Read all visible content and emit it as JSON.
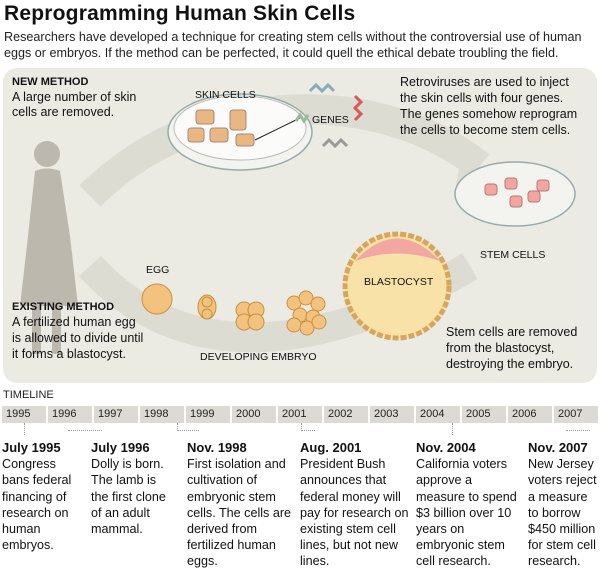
{
  "title": "Reprogramming Human Skin Cells",
  "subtitle": "Researchers have developed a technique for creating stem cells without the controversial use of human eggs or embryos. If the method can be perfected, it could quell the ethical debate troubling the field.",
  "diagram": {
    "new_method_heading": "NEW METHOD",
    "new_method_text": [
      "A large number of skin",
      "cells are removed."
    ],
    "skin_cells_label": "SKIN CELLS",
    "genes_label": "GENES",
    "retro_text": [
      "Retroviruses are used to inject",
      "the skin cells with four genes.",
      "The genes somehow reprogram",
      "the cells to become stem cells."
    ],
    "stem_cells_label": "STEM CELLS",
    "blastocyst_label": "BLASTOCYST",
    "egg_label": "EGG",
    "existing_method_heading": "EXISTING METHOD",
    "existing_method_text": [
      "A fertilized human egg",
      "is allowed to divide until",
      "it forms a blastocyst."
    ],
    "developing_embryo_label": "DEVELOPING EMBRYO",
    "removed_text": [
      "Stem cells are removed",
      "from the blastocyst,",
      "destroying the embryo."
    ]
  },
  "timeline": {
    "label": "TIMELINE",
    "years": [
      "1995",
      "1996",
      "1997",
      "1998",
      "1999",
      "2000",
      "2001",
      "2002",
      "2003",
      "2004",
      "2005",
      "2006",
      "2007"
    ],
    "events": [
      {
        "date": "July 1995",
        "text": "Congress bans federal financing of research on human embryos."
      },
      {
        "date": "July 1996",
        "text": "Dolly is born. The lamb is the first clone of an adult mammal."
      },
      {
        "date": "Nov. 1998",
        "text": "First isolation and cultivation of embryonic stem cells. The cells are derived from fertilized human eggs."
      },
      {
        "date": "Aug. 2001",
        "text": "President Bush announces that federal money will pay for research on existing stem cell lines, but not new lines."
      },
      {
        "date": "Nov. 2004",
        "text": "California voters approve a measure to spend $3 billion over 10 years on embryonic stem cell research."
      },
      {
        "date": "Nov. 2007",
        "text": "New Jersey voters reject a measure to borrow $450 million for stem cell research."
      }
    ]
  }
}
